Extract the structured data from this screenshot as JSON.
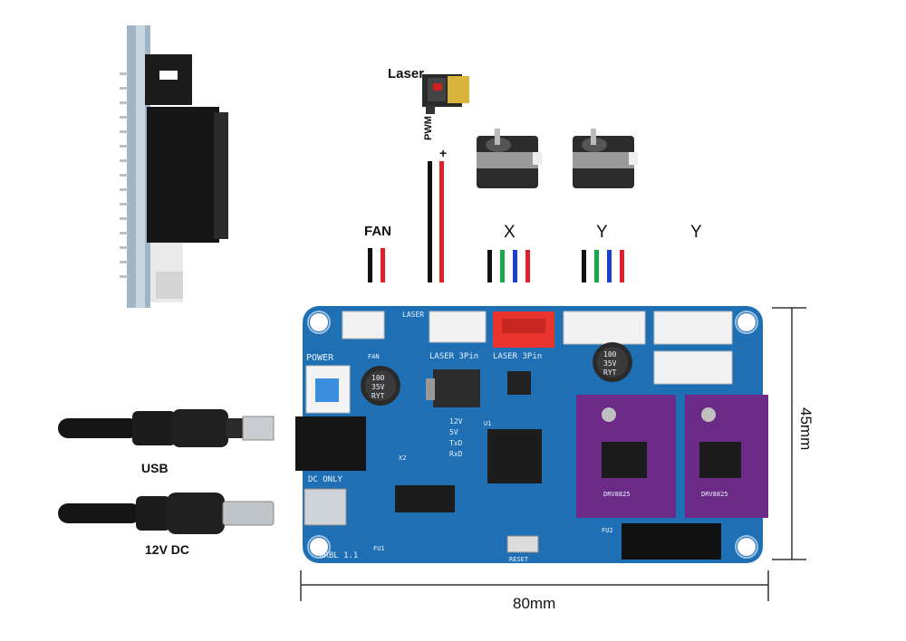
{
  "labels": {
    "laser": "Laser",
    "pwm": "PWM",
    "plus": "+",
    "fan": "FAN",
    "x": "X",
    "y1": "Y",
    "y2": "Y",
    "usb": "USB",
    "dc": "12V DC",
    "width": "80mm",
    "height": "45mm"
  },
  "silkscreen": {
    "power": "POWER",
    "laser_top": "LASER",
    "fan_small": "FAN",
    "laser3pin_a": "LASER 3Pin",
    "laser3pin_b": "LASER 3Pin",
    "cap_a_l1": "100",
    "cap_a_l2": "35V",
    "cap_a_l3": "RYT",
    "cap_b_l1": "100",
    "cap_b_l2": "35V",
    "cap_b_l3": "RYT",
    "led_12v": "12V",
    "led_5v": "5V",
    "led_txd": "TxD",
    "led_rxd": "RxD",
    "dc_only": "DC ONLY",
    "grbl": "GRBL 1.1",
    "reset": "RESET",
    "fu1": "FU1",
    "fu2": "FU2",
    "u1": "U1",
    "x2": "X2",
    "drv_a": "DRV8825",
    "drv_b": "DRV8825"
  },
  "colors": {
    "board": "#1f6fb5",
    "wire_black": "#111111",
    "wire_red": "#e0202a",
    "wire_green": "#1aa84a",
    "wire_blue": "#1f3fd0",
    "driver": "#6a2a86",
    "connector_red": "#e8352e",
    "connector_white": "#f2f2f2"
  }
}
